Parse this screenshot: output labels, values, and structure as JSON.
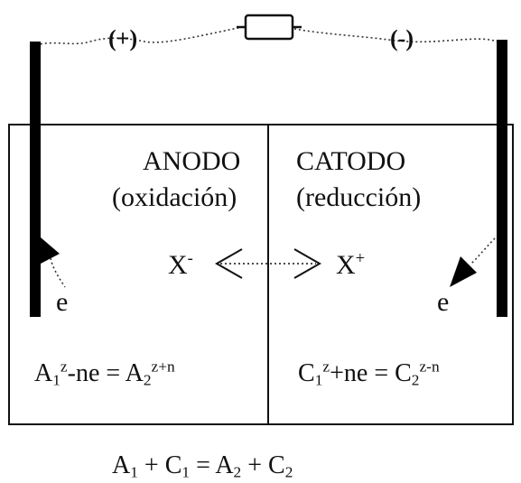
{
  "polarity": {
    "left_sign": "(+)",
    "right_sign": "(-)"
  },
  "anode": {
    "title": "ANODO",
    "subtitle": "(oxidación)",
    "ion_base": "X",
    "ion_charge": "-",
    "electron": "e"
  },
  "cathode": {
    "title": "CATODO",
    "subtitle": "(reducción)",
    "ion_base": "X",
    "ion_charge": "+",
    "electron": "e"
  },
  "anode_reaction": {
    "a": "A",
    "a_sub": "1",
    "a_sup": "z",
    "mid": "-ne = A",
    "b_sub": "2",
    "b_sup": "z+n"
  },
  "cathode_reaction": {
    "a": "C",
    "a_sub": "1",
    "a_sup": "z",
    "mid": "+ne = C",
    "b_sub": "2",
    "b_sup": "z-n"
  },
  "overall_reaction": {
    "t1": "A",
    "t1_sub": "1",
    "op1": " + C",
    "t2_sub": "1",
    "op2": " = A",
    "t3_sub": "2",
    "op3": " + C",
    "t4_sub": "2"
  }
}
